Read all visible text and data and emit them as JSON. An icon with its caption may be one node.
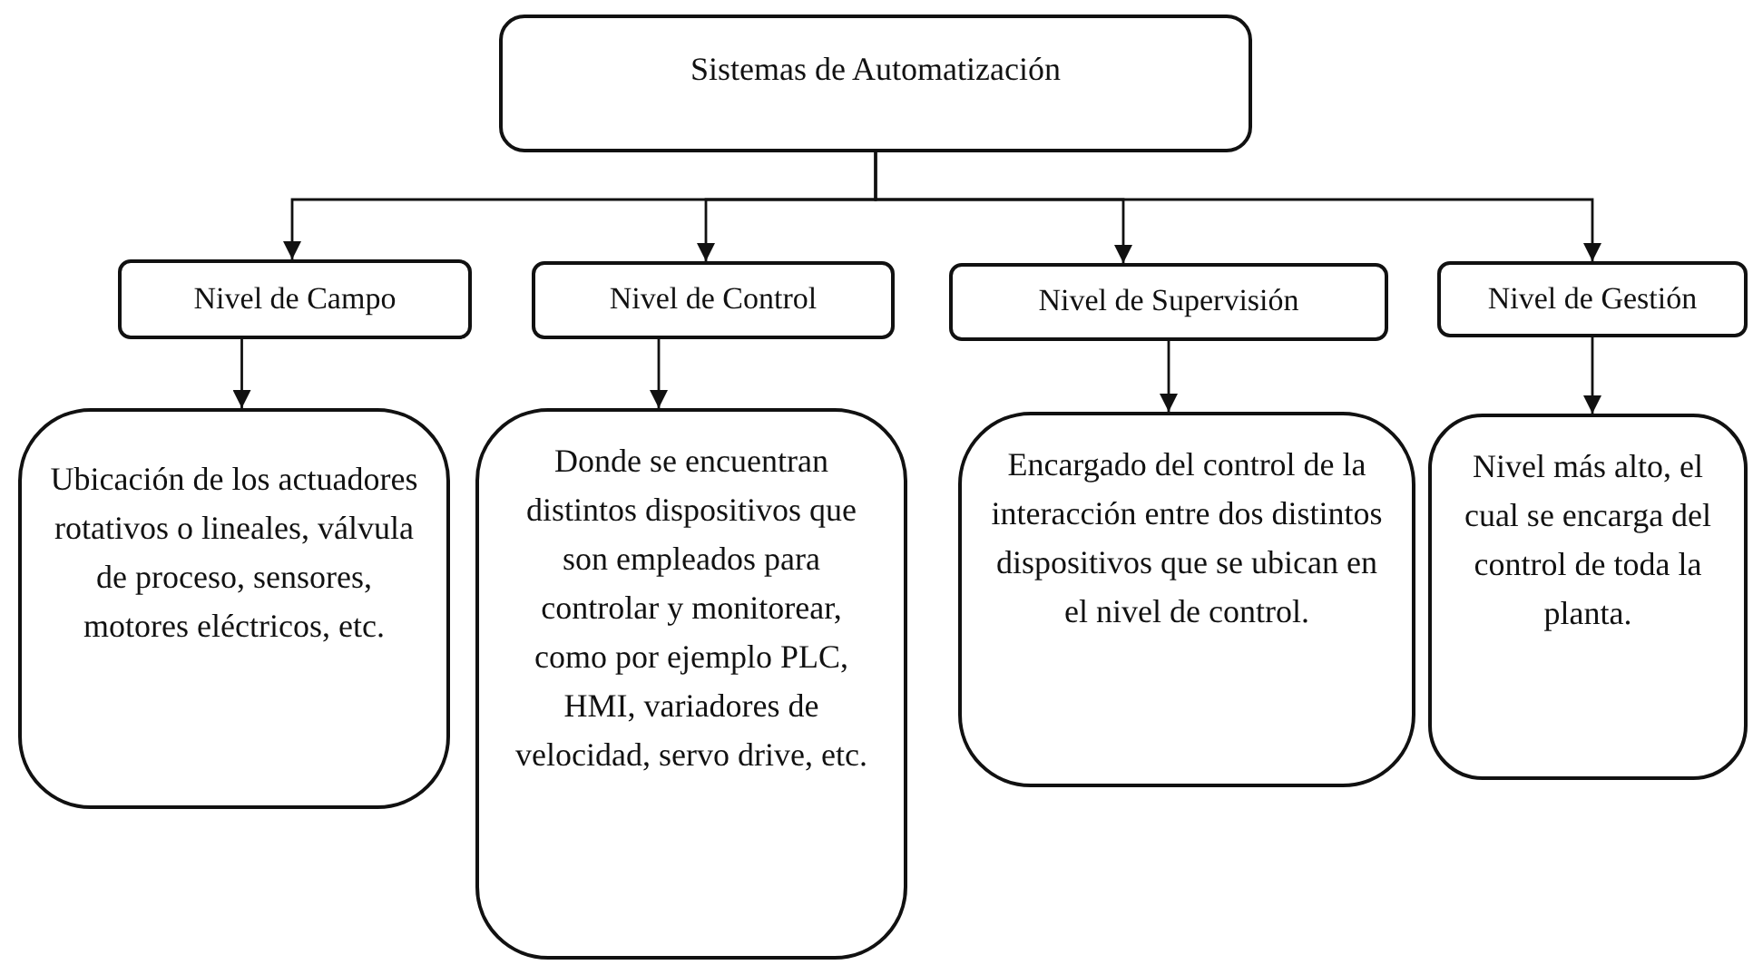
{
  "diagram": {
    "nodes": [
      {
        "text": [
          "Sistemas de Automatización"
        ]
      },
      {
        "text": [
          "Nivel de Campo"
        ]
      },
      {
        "text": [
          "Nivel de Control"
        ]
      },
      {
        "text": [
          "Nivel de Supervisión"
        ]
      },
      {
        "text": [
          "Nivel de Gestión"
        ]
      },
      {
        "text": [
          "Ubicación de los actuadores rotativos o lineales, válvula de proceso, sensores, motores eléctricos, etc."
        ]
      },
      {
        "text": [
          "Donde se encuentran distintos dispositivos que son empleados para controlar y monitorear, como por ejemplo PLC, HMI, variadores de velocidad, servo drive, etc."
        ]
      },
      {
        "text": [
          "Encargado del control de la interacción entre dos distintos dispositivos que se ubican en el nivel de control."
        ]
      },
      {
        "text": [
          "Nivel más alto, el cual se encarga del control de toda la planta."
        ]
      }
    ],
    "edges": [
      {
        "from": 0,
        "to": 1,
        "arrow": "to"
      },
      {
        "from": 0,
        "to": 2,
        "arrow": "to"
      },
      {
        "from": 0,
        "to": 3,
        "arrow": "to"
      },
      {
        "from": 0,
        "to": 4,
        "arrow": "to"
      },
      {
        "from": 1,
        "to": 5,
        "arrow": "to"
      },
      {
        "from": 2,
        "to": 6,
        "arrow": "to"
      },
      {
        "from": 3,
        "to": 7,
        "arrow": "to"
      },
      {
        "from": 4,
        "to": 8,
        "arrow": "to"
      }
    ]
  }
}
